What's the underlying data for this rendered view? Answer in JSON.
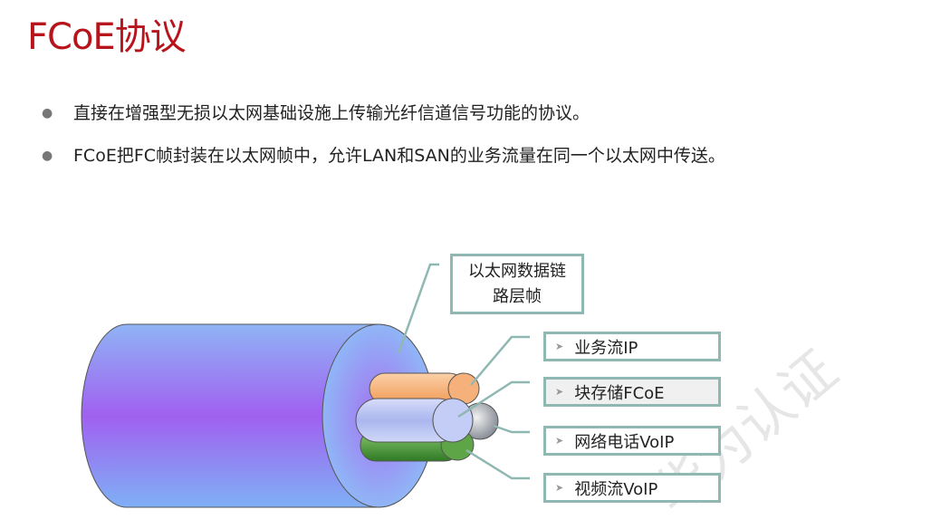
{
  "title": "FCoE协议",
  "bullets": [
    "直接在增强型无损以太网基础设施上传输光纤信道信号功能的协议。",
    "FCoE把FC帧封装在以太网帧中，允许LAN和SAN的业务流量在同一个以太网中传送。"
  ],
  "diagram": {
    "frame_label": "以太网数据链路层帧",
    "streams": [
      {
        "label": "业务流IP",
        "color": "#f6a96b"
      },
      {
        "label": "块存储FCoE",
        "color": "#b8c4f2"
      },
      {
        "label": "网络电话VoIP",
        "color": "#9aa0aa"
      },
      {
        "label": "视频流VoIP",
        "color": "#4e9a3a"
      }
    ]
  },
  "watermark": "华为认证"
}
